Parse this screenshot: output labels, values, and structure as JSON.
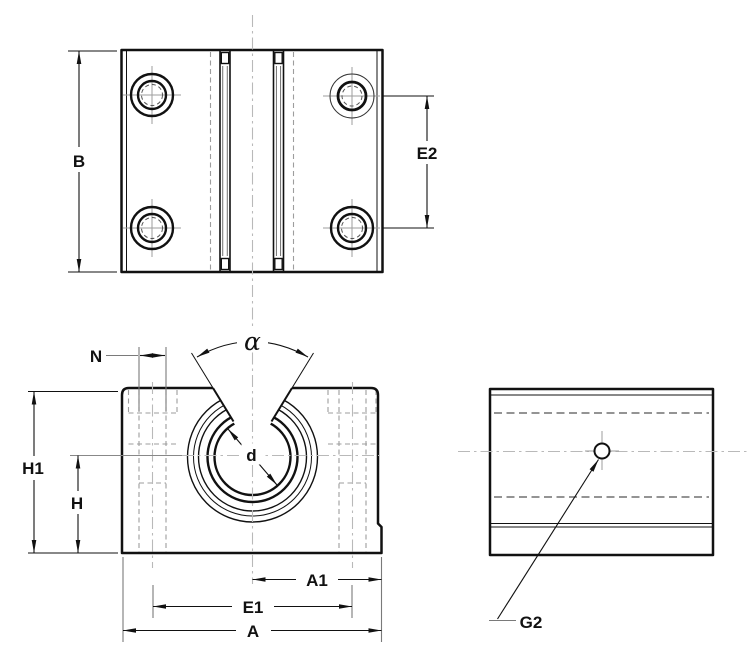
{
  "labels": {
    "top_view": {
      "B": "B",
      "E2": "E2"
    },
    "front_view": {
      "N": "N",
      "alpha": "α",
      "d": "d",
      "H1": "H1",
      "H": "H",
      "A1": "A1",
      "E1": "E1",
      "A": "A"
    },
    "side_view": {
      "G2": "G2"
    }
  },
  "colors": {
    "background": "#ffffff",
    "outline": "#111111",
    "dimension_line": "#111111",
    "extension_line": "#7a7a7a",
    "hidden_line": "#9d9d9d",
    "hidden_line_dark": "#555555",
    "centerline": "#b9b9b9"
  }
}
